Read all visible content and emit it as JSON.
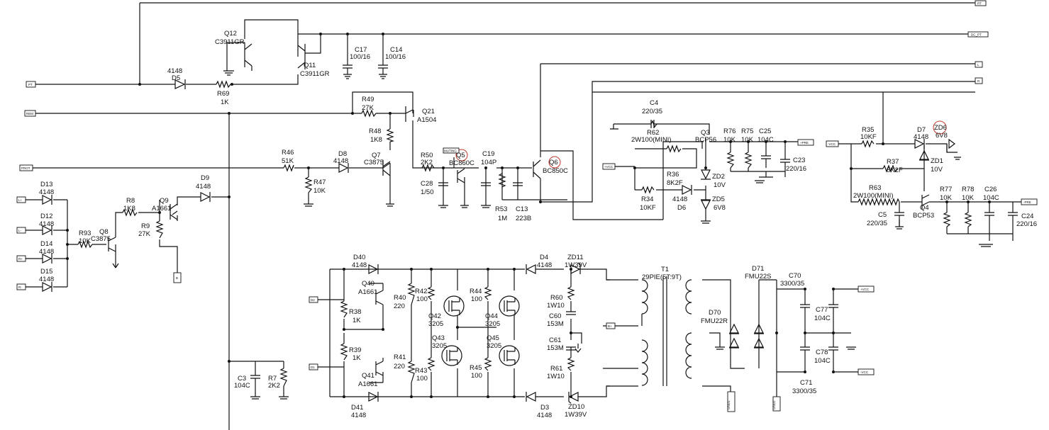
{
  "labels": {
    "q12": "Q12",
    "q12v": "C3911GR",
    "q11": "Q11",
    "q11v": "C3911GR",
    "c17": "C17",
    "c17v": "100/16",
    "c14": "C14",
    "c14v": "100/16",
    "d5v": "4148",
    "d5": "D5",
    "r69": "R69",
    "r69v": "1K",
    "r49": "R49",
    "r49v": "27K",
    "q21": "Q21",
    "q21v": "A1504",
    "r48": "R48",
    "r48v": "1K8",
    "q7": "Q7",
    "q7v": "C3875",
    "r46": "R46",
    "r46v": "51K",
    "d8": "D8",
    "d8v": "4148",
    "r47": "R47",
    "r47v": "10K",
    "r50": "R50",
    "r50v": "2K2",
    "q5": "Q5",
    "q5v": "BC860C",
    "c19": "C19",
    "c19v": "104P",
    "c28": "C28",
    "c28v": "1/50",
    "r53": "R53",
    "r53v": "1M",
    "c13": "C13",
    "c13v": "223B",
    "q6": "Q6",
    "q6v": "BC850C",
    "c4": "C4",
    "c4v": "220/35",
    "r62": "R62",
    "r62v": "2W100(MINI)",
    "q3": "Q3",
    "q3v": "BCP56",
    "r76": "R76",
    "r76v": "10K",
    "r75": "R75",
    "r75v": "10K",
    "c25": "C25",
    "c25v": "104C",
    "c23": "C23",
    "c23v": "220/16",
    "r36": "R36",
    "r36v": "8K2F",
    "zd2": "ZD2",
    "zd2v": "10V",
    "r34": "R34",
    "r34v": "10KF",
    "d6v": "4148",
    "d6": "D6",
    "zd5": "ZD5",
    "zd5v": "6V8",
    "r35": "R35",
    "r35v": "10KF",
    "d7": "D7",
    "d7v": "4148",
    "zd6": "ZD6",
    "zd6v": "6V8",
    "zd1": "ZD1",
    "zd1v": "10V",
    "r37": "R37",
    "r37v": "8K2F",
    "r63": "R63",
    "r63v": "2W100(MINI)",
    "q4": "Q4",
    "q4v": "BCP53",
    "c5": "C5",
    "c5v": "220/35",
    "r77": "R77",
    "r77v": "10K",
    "r78": "R78",
    "r78v": "10K",
    "c26": "C26",
    "c26v": "104C",
    "c24": "C24",
    "c24v": "220/16",
    "d13": "D13",
    "d13v": "4148",
    "d12": "D12",
    "d12v": "4148",
    "d14": "D14",
    "d14v": "4148",
    "d15": "D15",
    "d15v": "4148",
    "r8": "R8",
    "r8v": "1K8",
    "q9": "Q9",
    "q9v": "A1661",
    "d9": "D9",
    "d9v": "4148",
    "r93": "R93",
    "r93v": "10K",
    "q8": "Q8",
    "q8v": "C3875",
    "r9": "R9",
    "r9v": "27K",
    "d40": "D40",
    "d40v": "4148",
    "q40": "Q40",
    "q40v": "A1661",
    "r38": "R38",
    "r38v": "1K",
    "r39": "R39",
    "r39v": "1K",
    "q41": "Q41",
    "q41v": "A1661",
    "d41": "D41",
    "d41v": "4148",
    "r40": "R40",
    "r40v": "220",
    "r42": "R42",
    "r42v": "100",
    "q42": "Q42",
    "q42v": "3205",
    "r44": "R44",
    "r44v": "100",
    "q44": "Q44",
    "q44v": "3205",
    "q43": "Q43",
    "q43v": "3205",
    "q45": "Q45",
    "q45v": "3205",
    "r41": "R41",
    "r41v": "220",
    "r43": "R43",
    "r43v": "100",
    "r45": "R45",
    "r45v": "100",
    "d4": "D4",
    "d4v": "4148",
    "zd11": "ZD11",
    "zd11v": "1W39V",
    "r60": "R60",
    "r60v": "1W10",
    "c60": "C60",
    "c60v": "153M",
    "c61": "C61",
    "c61v": "153M",
    "r61": "R61",
    "r61v": "1W10",
    "d3": "D3",
    "d3v": "4148",
    "zd10": "ZD10",
    "zd10v": "1W39V",
    "t1": "T1",
    "t1v": "29PIE(5T:9T)",
    "d71": "D71",
    "d71v": "FMU22S",
    "d70": "D70",
    "d70v": "FMU22R",
    "c70": "C70",
    "c70v": "3300/35",
    "c77": "C77",
    "c77v": "104C",
    "c78": "C78",
    "c78v": "104C",
    "c71": "C71",
    "c71v": "3300/35",
    "c3": "C3",
    "c3v": "104C",
    "r7": "R7",
    "r7v": "2K2"
  },
  "tags": {
    "rt": "RT",
    "dcpt": "DC_PT",
    "pt": "PT",
    "rem": "REM",
    "prot": "PROT",
    "l": "L",
    "r": "R",
    "muting": "MUTING",
    "pvcc": "+VCC",
    "mvcc": "-VCC",
    "ppre": "+PRE",
    "mpre": "-PRE",
    "lp": "L+",
    "lm": "L-",
    "rp": "R+",
    "rm": "R-",
    "b": "B",
    "d2": "D2",
    "d1": "D1",
    "pvccb": "+VCC",
    "mvccb": "-VCC",
    "bt": "B+",
    "gnd1": "GND1",
    "gnd2": "GND2"
  }
}
